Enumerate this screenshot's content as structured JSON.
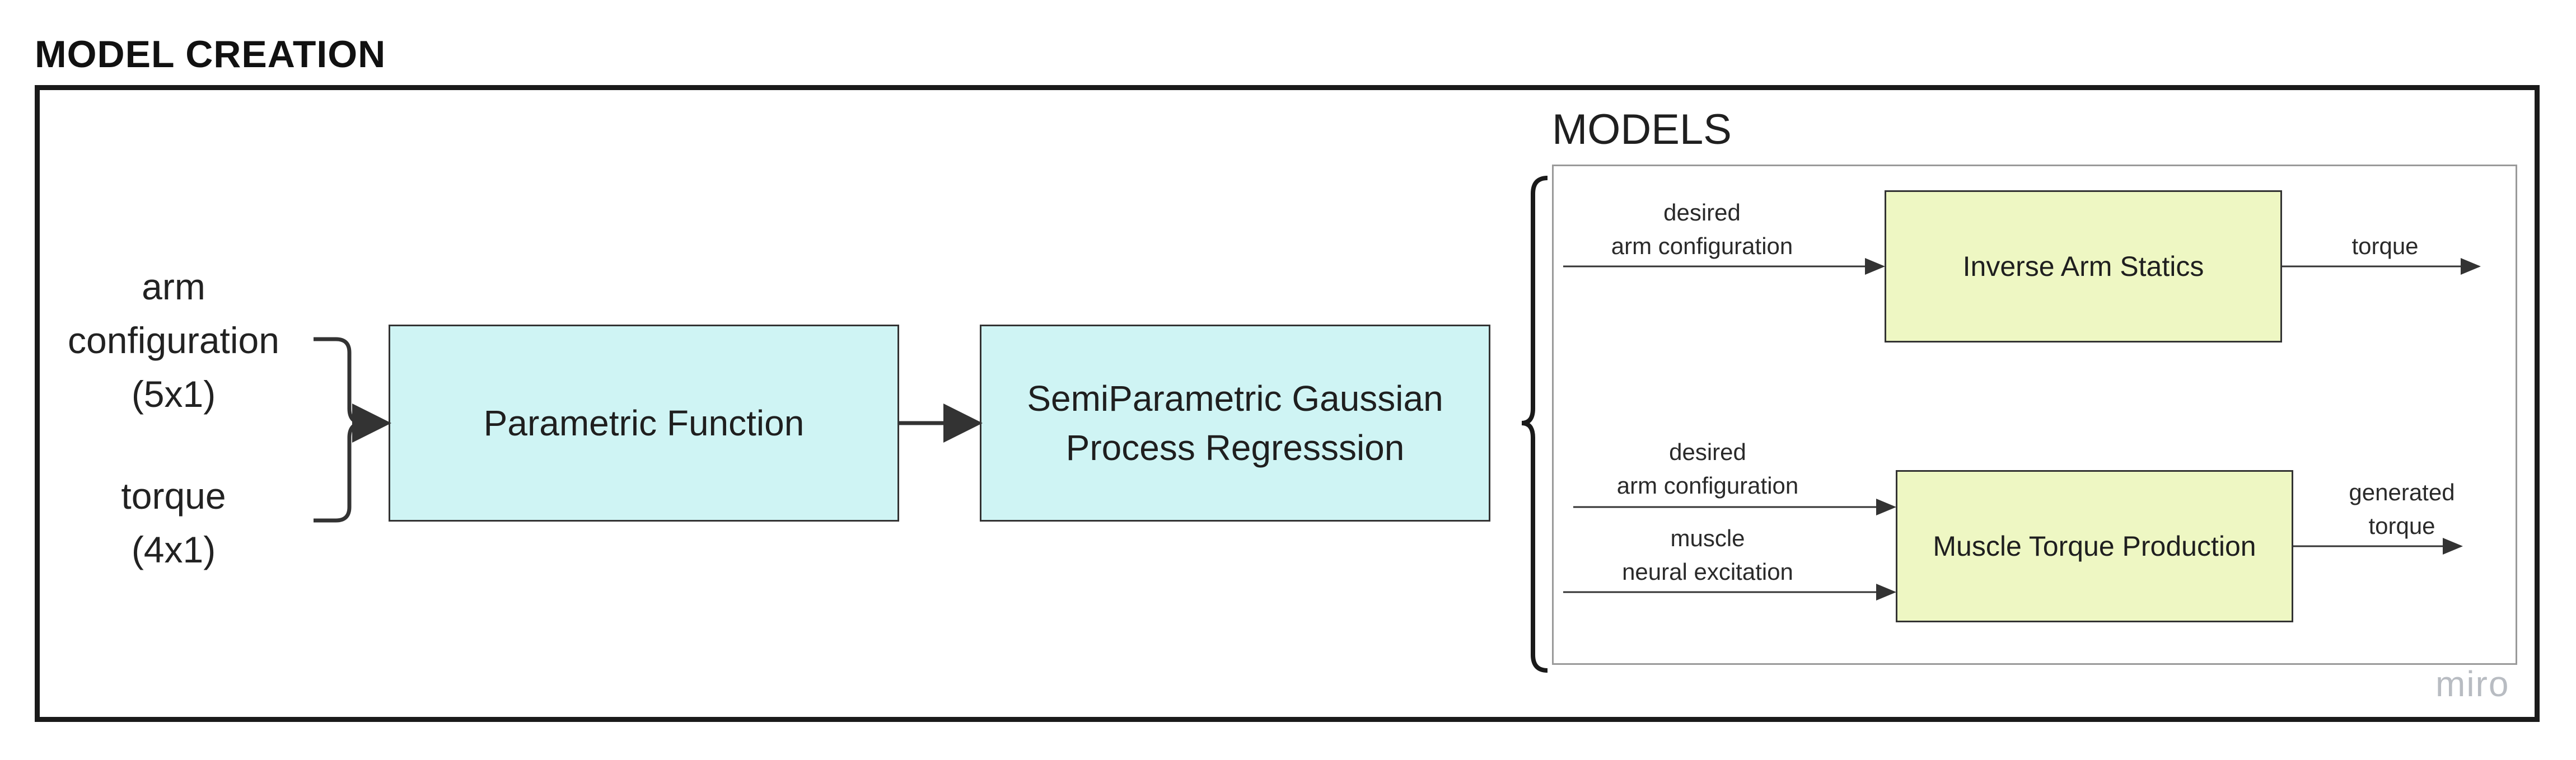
{
  "section_title": "MODEL CREATION",
  "inputs": {
    "arm_configuration": [
      "arm",
      "configuration",
      "(5x1)"
    ],
    "torque": [
      "torque",
      "(4x1)"
    ]
  },
  "blocks": {
    "parametric_function": "Parametric Function",
    "semiparametric": [
      "SemiParametric Gaussian",
      "Process Regresssion"
    ]
  },
  "models": {
    "title": "MODELS",
    "inverse_arm_statics": {
      "label": "Inverse Arm Statics",
      "input": [
        "desired",
        "arm configuration"
      ],
      "output": [
        "torque"
      ]
    },
    "muscle_torque_production": {
      "label": "Muscle Torque Production",
      "input_1": [
        "desired",
        "arm configuration"
      ],
      "input_2": [
        "muscle",
        "neural excitation"
      ],
      "output": [
        "generated",
        "torque"
      ]
    }
  },
  "logo": "miro",
  "colors": {
    "parametric_fill": "#cff4f4",
    "model_fill": "#eef7c3",
    "frame_stroke": "#1a1a1a"
  }
}
